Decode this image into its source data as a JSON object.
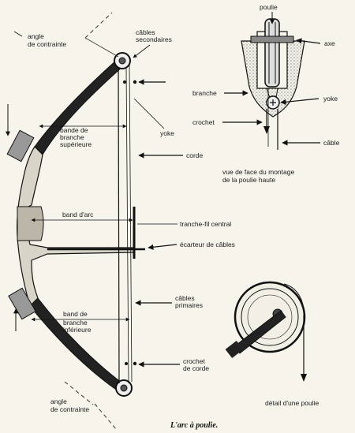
{
  "caption": "L'arc à poulie.",
  "labels": {
    "angle_contrainte_top": [
      "angle",
      "de contrainte"
    ],
    "cables_secondaires": [
      "câbles",
      "secondaires"
    ],
    "yoke_main": "yoke",
    "bande_branche_superieure": [
      "bande de",
      "branche",
      "supérieure"
    ],
    "corde": "corde",
    "band_arc": "band d'arc",
    "tranche_fil": "tranche-fil central",
    "ecarteur": "écarteur de câbles",
    "cables_primaires": [
      "câbles",
      "primaires"
    ],
    "band_branche_inferieure": [
      "band de",
      "branche",
      "inférieure"
    ],
    "crochet_corde": [
      "crochet",
      "de corde"
    ],
    "angle_contrainte_bottom": [
      "angle",
      "de contrainte"
    ]
  },
  "front_view": {
    "poulie": "poulie",
    "axe": "axe",
    "branche": "branche",
    "yoke": "yoke",
    "crochet": "crochet",
    "cable": "câble",
    "caption": [
      "vue de face du montage",
      "de la poulie haute"
    ]
  },
  "detail": {
    "caption": "détail d'une poulie"
  }
}
